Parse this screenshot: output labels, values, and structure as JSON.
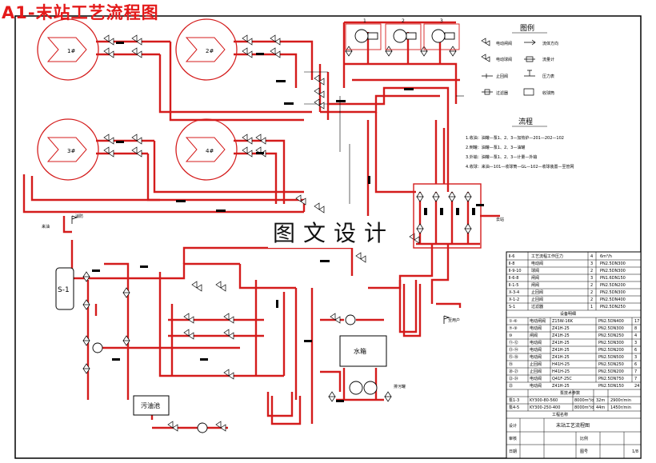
{
  "title": "A1-末站工艺流程图",
  "watermark": "图文设计",
  "colors": {
    "pipe": "#d41c1c",
    "line": "#000000",
    "accent": "#e41a1a"
  },
  "tanks": [
    {
      "label": "1#"
    },
    {
      "label": "2#"
    },
    {
      "label": "3#"
    },
    {
      "label": "4#"
    }
  ],
  "pumps_top": [
    {
      "label": "1"
    },
    {
      "label": "2"
    },
    {
      "label": "3"
    }
  ],
  "legend": {
    "title": "图例",
    "items": [
      {
        "text": "电动闸阀"
      },
      {
        "text": "流体方向"
      },
      {
        "text": "电动球阀"
      },
      {
        "text": "流量计"
      },
      {
        "text": "止回阀"
      },
      {
        "text": "压力表"
      },
      {
        "text": "过滤器"
      },
      {
        "text": "收球筒"
      }
    ]
  },
  "process": {
    "title": "流程",
    "lines": [
      "1.收油：油罐—泵1、2、3—加热炉—201—202—102",
      "2.倒罐：油罐—泵1、2、3—油罐",
      "3.外输：油罐—泵1、2、3—计量—外输",
      "4.收球：来油—101—收球筒—GL—102—收球装置—至管网"
    ]
  },
  "labels": {
    "s1": "S-1",
    "water_tank": "水箱",
    "sewage": "污油池",
    "lower": "排污罐",
    "to_user": "至用户",
    "fire": "消防",
    "outlet": "去站",
    "inlet": "来油"
  },
  "equipment_table": {
    "rows": [
      {
        "code": "Ⅱ-6",
        "name": "工艺流程工作压力",
        "qty": "4",
        "spec": "6m³/h"
      },
      {
        "code": "Ⅱ-8",
        "name": "电动阀",
        "qty": "3",
        "spec": "PN2.5DN300"
      },
      {
        "code": "Ⅱ-9-10",
        "name": "球阀",
        "qty": "2",
        "spec": "PN2.5DN300"
      },
      {
        "code": "Ⅱ-6-8",
        "name": "闸阀",
        "qty": "3",
        "spec": "PN1.6DN150"
      },
      {
        "code": "Ⅱ-1-5",
        "name": "闸阀",
        "qty": "2",
        "spec": "PN2.5DN200"
      },
      {
        "code": "X-3-4",
        "name": "止回阀",
        "qty": "2",
        "spec": "PN2.5DN300"
      },
      {
        "code": "X-1-2",
        "name": "止回阀",
        "qty": "2",
        "spec": "PN2.5DN400"
      },
      {
        "code": "S-1",
        "name": "过滤器",
        "qty": "1",
        "spec": "PN2.5DN250"
      }
    ],
    "section": "设备明细",
    "rows2": [
      {
        "code": "①-⑥",
        "name": "电动闸阀",
        "model": "Z15W-16K",
        "spec": "PN2.5DN400",
        "qty": "17"
      },
      {
        "code": "⑦-⑨",
        "name": "电动阀",
        "model": "Z41H-25",
        "spec": "PN2.5DN300",
        "qty": "8"
      },
      {
        "code": "⑩",
        "name": "闸阀",
        "model": "Z41H-25",
        "spec": "PN2.5DN250",
        "qty": "4"
      },
      {
        "code": "⑪-⑫",
        "name": "电动阀",
        "model": "Z41H-25",
        "spec": "PN2.5DN300",
        "qty": "3"
      },
      {
        "code": "⑬-⑭",
        "name": "电动阀",
        "model": "Z41H-25",
        "spec": "PN2.5DN200",
        "qty": "6"
      },
      {
        "code": "⑮-⑱",
        "name": "电动阀",
        "model": "Z41H-25",
        "spec": "PN2.5DN500",
        "qty": "3"
      },
      {
        "code": "⑲",
        "name": "止回阀",
        "model": "H41H-25",
        "spec": "PN2.5DN250",
        "qty": "6"
      },
      {
        "code": "⑳-㉑",
        "name": "止回阀",
        "model": "H41H-25",
        "spec": "PN2.5DN200",
        "qty": "7"
      },
      {
        "code": "㉒-㉔",
        "name": "电动阀",
        "model": "Q41F-25C",
        "spec": "PN2.5DN750",
        "qty": "7"
      },
      {
        "code": "㉕",
        "name": "电动阀",
        "model": "Z41H-25",
        "spec": "PN2.5DN150",
        "qty": "24"
      }
    ],
    "pump_section": "泵技术参数",
    "pumps": [
      {
        "code": "泵1-3",
        "type": "KY300-80-560",
        "a": "8000m³/d",
        "b": "32m",
        "c": "2900r/min"
      },
      {
        "code": "泵4-5",
        "type": "KY300-250-400",
        "a": "8000m³/d",
        "b": "44m",
        "c": "1450r/min"
      }
    ],
    "footer_label": "工程名称",
    "drawing_name": "末站工艺流程图",
    "design": "设计",
    "check": "审核",
    "scale": "比例",
    "sheet": "图号",
    "date": "日期",
    "num": "1/8"
  }
}
